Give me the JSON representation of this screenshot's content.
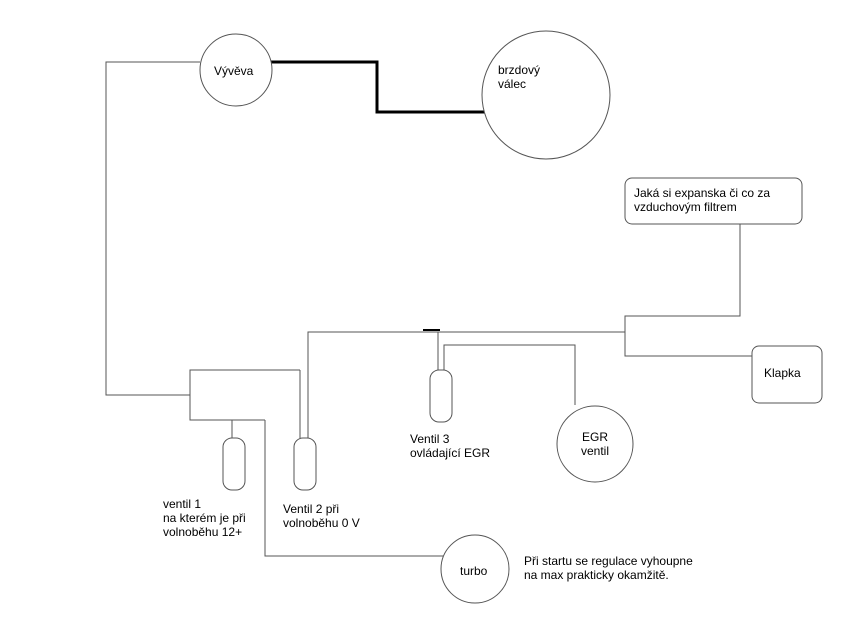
{
  "nodes": {
    "vyveva": "Vývěva",
    "brzdovy_valec": "brzdový\nválec",
    "expanska": "Jaká si expanska či co za\nvzduchovým filtrem",
    "klapka": "Klapka",
    "egr_ventil": "EGR\nventil",
    "turbo": "turbo"
  },
  "valves": {
    "ventil1": "ventil 1\nna kterém je při\nvolnoběhu 12+",
    "ventil2": "Ventil 2 při\nvolnoběhu 0 V",
    "ventil3": "Ventil 3\novládající EGR"
  },
  "notes": {
    "turbo_note": "Při startu se regulace vyhoupne\nna max prakticky okamžitě."
  }
}
